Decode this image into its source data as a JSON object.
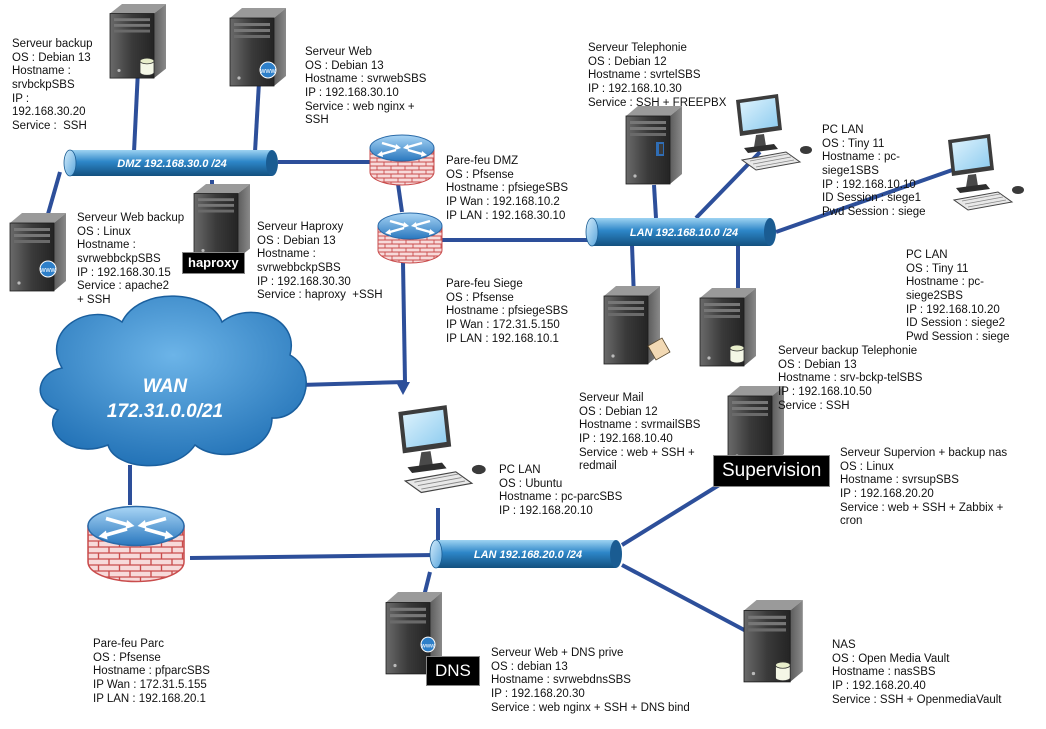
{
  "networks": {
    "dmz": "DMZ 192.168.30.0 /24",
    "lan10": "LAN 192.168.10.0 /24",
    "lan20": "LAN 192.168.20.0 /24",
    "wan_line1": "WAN",
    "wan_line2": "172.31.0.0/21"
  },
  "tags": {
    "haproxy": "haproxy",
    "supervision": "Supervision",
    "dns": "DNS"
  },
  "labels": {
    "srv_backup": [
      "Serveur backup",
      "OS : Debian 13",
      "Hostname :",
      "srvbckpSBS",
      "IP :",
      "192.168.30.20",
      "Service :  SSH"
    ],
    "srv_web": [
      "Serveur Web",
      "OS : Debian 13",
      "Hostname : svrwebSBS",
      "IP : 192.168.30.10",
      "Service : web nginx +",
      "SSH"
    ],
    "srv_tel": [
      "Serveur Telephonie",
      "OS : Debian 12",
      "Hostname : svrtelSBS",
      "IP : 192.168.10.30",
      "Service : SSH + FREEPBX"
    ],
    "pc_lan1": [
      "PC LAN",
      "OS : Tiny 11",
      "Hostname : pc-",
      "siege1SBS",
      "IP : 192.168.10.10",
      "ID Session : siege1",
      "Pwd Session : siege"
    ],
    "fw_dmz": [
      "Pare-feu DMZ",
      "OS : Pfsense",
      "Hostname : pfsiegeSBS",
      "IP Wan : 192.168.10.2",
      "IP LAN : 192.168.30.10"
    ],
    "srv_webbackup": [
      "Serveur Web backup",
      "OS : Linux",
      "Hostname :",
      "svrwebbckpSBS",
      "IP : 192.168.30.15",
      "Service : apache2",
      "+ SSH"
    ],
    "srv_haproxy": [
      "Serveur Haproxy",
      "OS : Debian 13",
      "Hostname :",
      "svrwebbckpSBS",
      "IP : 192.168.30.30",
      "Service : haproxy  +SSH"
    ],
    "fw_siege": [
      "Pare-feu Siege",
      "OS : Pfsense",
      "Hostname : pfsiegeSBS",
      "IP Wan : 172.31.5.150",
      "IP LAN : 192.168.10.1"
    ],
    "pc_lan2": [
      "PC LAN",
      "OS : Tiny 11",
      "Hostname : pc-",
      "siege2SBS",
      "IP : 192.168.10.20",
      "ID Session : siege2",
      "Pwd Session : siege"
    ],
    "srv_backup_tel": [
      "Serveur backup Telephonie",
      "OS : Debian 13",
      "Hostname : srv-bckp-telSBS",
      "IP : 192.168.10.50",
      "Service : SSH"
    ],
    "srv_mail": [
      "Serveur Mail",
      "OS : Debian 12",
      "Hostname : svrmailSBS",
      "IP : 192.168.10.40",
      "Service : web + SSH +",
      "redmail"
    ],
    "pc_lan3": [
      "PC LAN",
      "OS : Ubuntu",
      "Hostname : pc-parcSBS",
      "IP : 192.168.20.10"
    ],
    "srv_sup": [
      "Serveur Supervion + backup nas",
      "OS : Linux",
      "Hostname : svrsupSBS",
      "IP : 192.168.20.20",
      "Service : web + SSH + Zabbix +",
      "cron"
    ],
    "fw_parc": [
      "Pare-feu Parc",
      "OS : Pfsense",
      "Hostname : pfparcSBS",
      "IP Wan : 172.31.5.155",
      "IP LAN : 192.168.20.1"
    ],
    "srv_dns": [
      "Serveur Web + DNS prive",
      "OS : debian 13",
      "Hostname : svrwebdnsSBS",
      "IP : 192.168.20.30",
      "Service : web nginx + SSH + DNS bind"
    ],
    "nas": [
      "NAS",
      "OS : Open Media Vault",
      "Hostname : nasSBS",
      "IP : 192.168.20.40",
      "Service : SSH + OpenmediaVault"
    ]
  }
}
